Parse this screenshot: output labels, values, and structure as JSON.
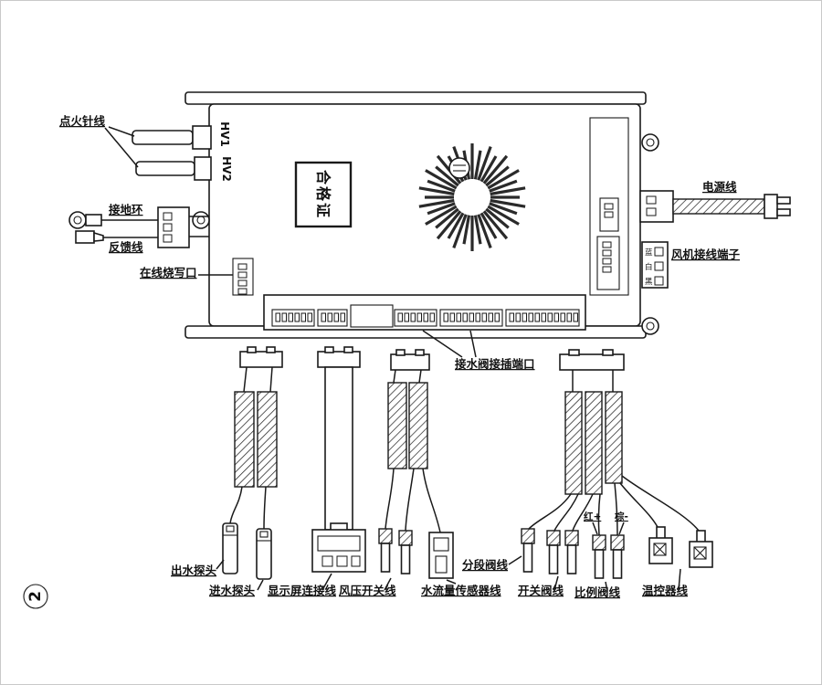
{
  "figure": {
    "number": "2"
  },
  "colors": {
    "ink": "#1a1a1a",
    "background": "#ffffff"
  },
  "board": {
    "certificate_label": "合格证",
    "hv1_label": "HV1",
    "hv2_label": "HV2"
  },
  "left": {
    "ignition_wire": "点火针线",
    "ground_ring": "接地环",
    "feedback_wire": "反馈线",
    "programming_port": "在线烧写口"
  },
  "right": {
    "power_wire": "电源线",
    "fan_terminal": "风机接线端子",
    "fan_pin_colors": [
      "蓝",
      "白",
      "黑"
    ]
  },
  "bottom": {
    "water_valve_port": "接水阀接插端口",
    "outlet_probe": "出水探头",
    "inlet_probe": "进水探头",
    "display_wire": "显示屏连接线",
    "pressure_switch_wire": "风压开关线",
    "flow_sensor_wire": "水流量传感器线",
    "segment_valve_wire": "分段阀线",
    "switch_valve_wire": "开关阀线",
    "proportional_valve_wire": "比例阀线",
    "red_plus": "红+",
    "brown_minus": "棕-",
    "thermostat_wire": "温控器线"
  }
}
